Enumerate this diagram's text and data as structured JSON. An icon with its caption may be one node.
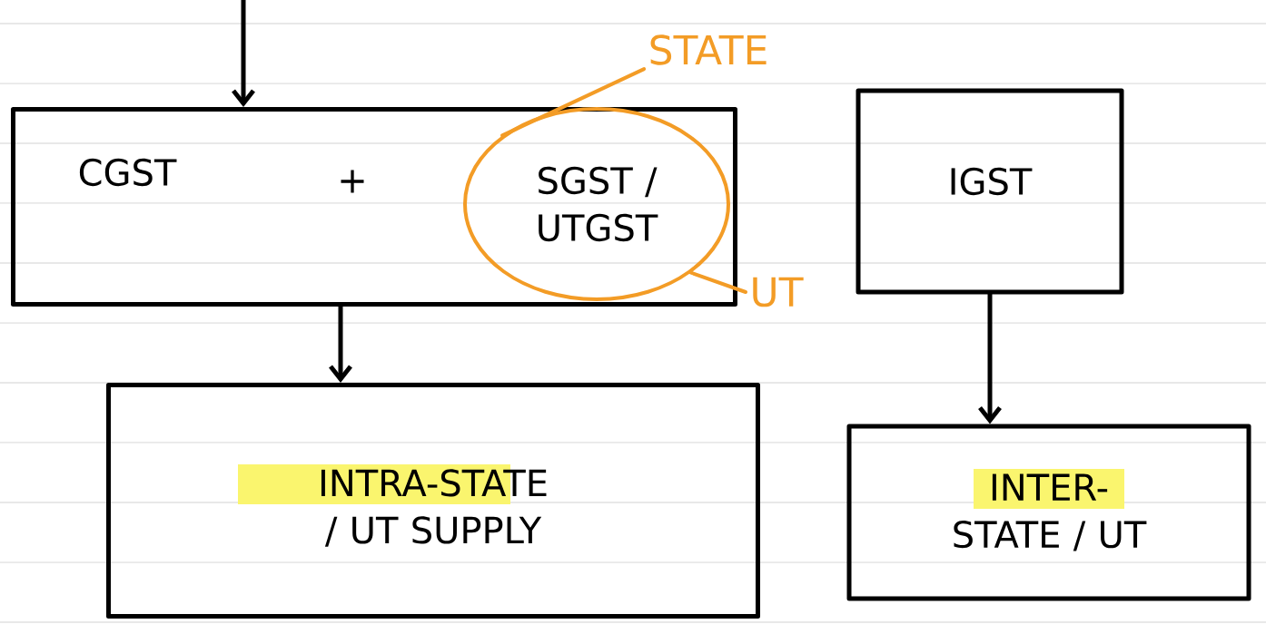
{
  "diagram": {
    "nodes": [
      {
        "text": [
          "CGST",
          "+"
        ]
      },
      {
        "text": [
          "SGST / UTGST"
        ],
        "in": 0
      },
      {
        "text": [
          "STATE"
        ]
      },
      {
        "text": [
          "UT"
        ]
      },
      {
        "text": [
          "IGST"
        ]
      },
      {
        "text": [
          "INTRA-STATE / UT SUPPLY"
        ]
      },
      {
        "text": [
          "INTER-STATE / UT"
        ]
      }
    ],
    "edges": [
      {
        "from": null,
        "to": 0,
        "arrow": "to"
      },
      {
        "from": 0,
        "to": 5,
        "arrow": "to"
      },
      {
        "from": 4,
        "to": 6,
        "arrow": "to"
      },
      {
        "from": 2,
        "to": 1,
        "arrow": "none",
        "color": "#f39c26"
      },
      {
        "from": 3,
        "to": 1,
        "arrow": "none",
        "color": "#f39c26"
      }
    ]
  }
}
